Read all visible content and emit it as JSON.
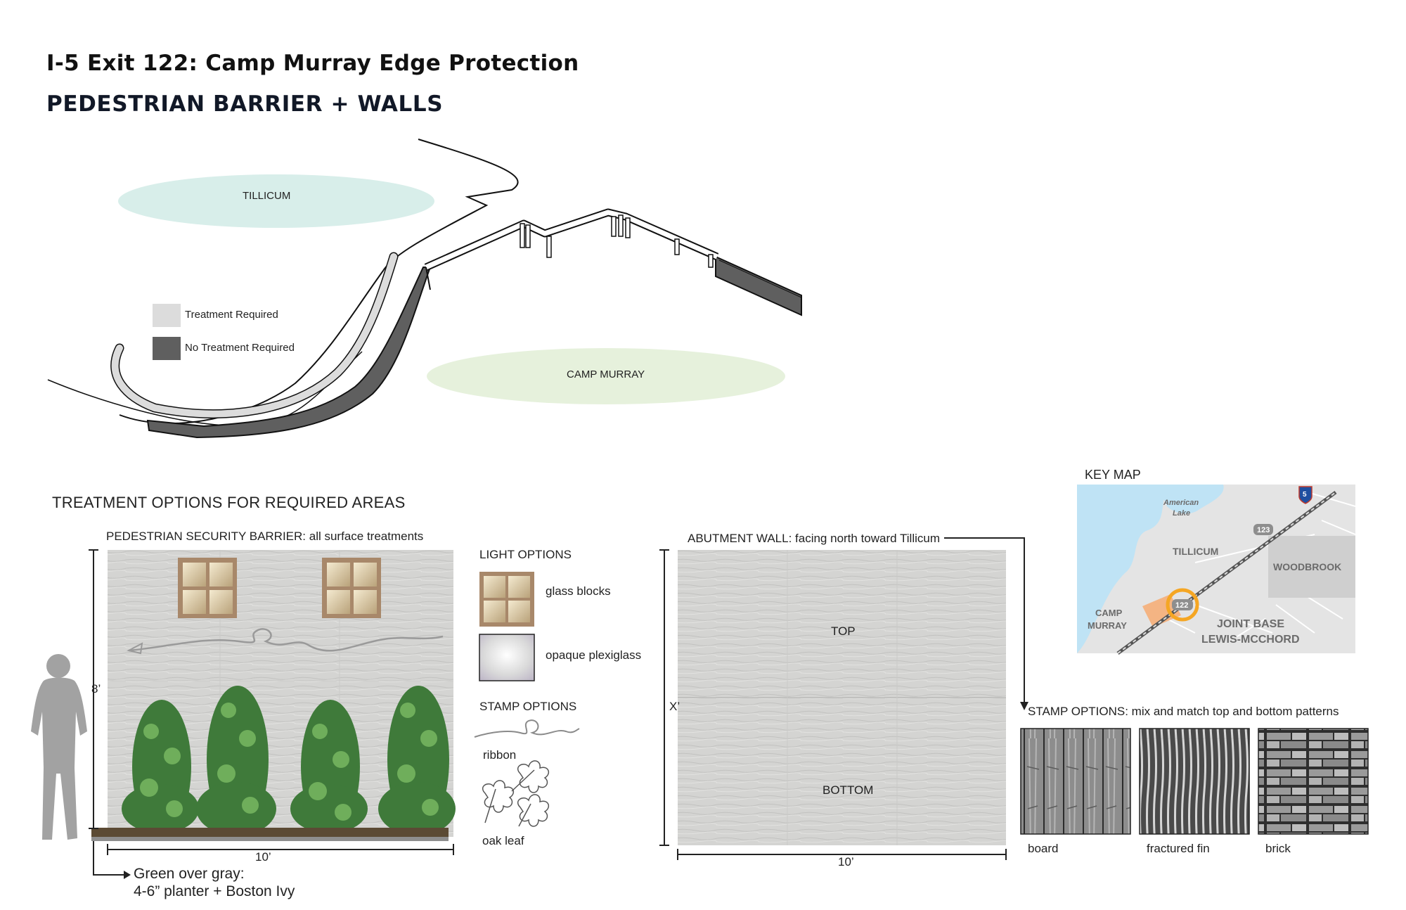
{
  "header": {
    "title": "I-5 Exit 122: Camp Murray Edge Protection",
    "subtitle": "PEDESTRIAN BARRIER + WALLS"
  },
  "site_plan": {
    "tillicum_label": "TILLICUM",
    "camp_murray_label": "CAMP MURRAY",
    "legend": [
      {
        "label": "Treatment Required",
        "color": "#dcdcdc"
      },
      {
        "label": "No Treatment Required",
        "color": "#5f5f5f"
      }
    ],
    "colors": {
      "tillicum_zone": "#d8eeea",
      "camp_murray_zone": "#e6f1dc"
    }
  },
  "treatment": {
    "section_title": "TREATMENT OPTIONS FOR REQUIRED AREAS",
    "barrier_title": "PEDESTRIAN SECURITY BARRIER: all surface treatments",
    "height_label": "8’",
    "width_label": "10’",
    "planter_note_1": "Green over gray:",
    "planter_note_2": "4-6” planter + Boston Ivy"
  },
  "light_options": {
    "title": "LIGHT OPTIONS",
    "items": [
      "glass blocks",
      "opaque plexiglass"
    ]
  },
  "stamp_options_small": {
    "title": "STAMP OPTIONS",
    "items": [
      "ribbon",
      "oak leaf"
    ]
  },
  "abutment": {
    "title": "ABUTMENT WALL: facing north toward  Tillicum",
    "top_label": "TOP",
    "bottom_label": "BOTTOM",
    "height_label": "X’",
    "width_label": "10’"
  },
  "stamp_options": {
    "title": "STAMP OPTIONS: mix and match top and bottom patterns",
    "items": [
      "board",
      "fractured fin",
      "brick"
    ]
  },
  "key_map": {
    "title": "KEY MAP",
    "lake_name_1": "American",
    "lake_name_2": "Lake",
    "tillicum": "TILLICUM",
    "woodbrook": "WOODBROOK",
    "camp_1": "CAMP",
    "camp_2": "MURRAY",
    "jblm_1": "JOINT BASE",
    "jblm_2": "LEWIS-MCCHORD",
    "exit_122": "122",
    "exit_123": "123",
    "interstate": "5",
    "colors": {
      "water": "#bfe3f5",
      "exit_ring": "#f5a623",
      "land": "#e4e4e4"
    }
  }
}
